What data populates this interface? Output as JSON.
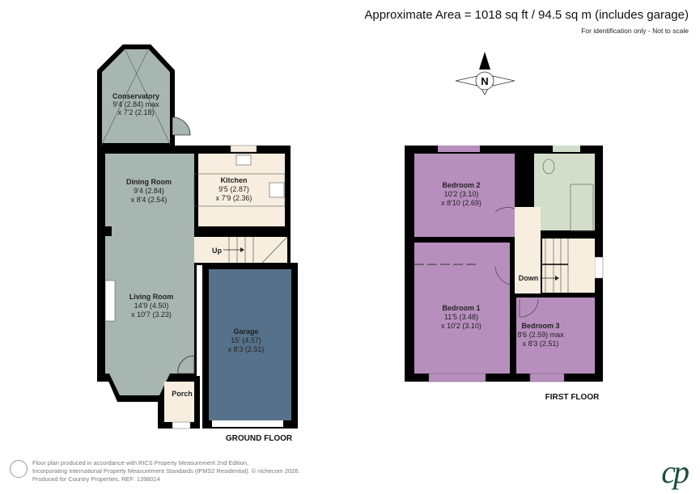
{
  "header": {
    "area": "Approximate Area = 1018 sq ft / 94.5 sq m (includes garage)",
    "note": "For identification only - Not to scale"
  },
  "compass": {
    "label": "N"
  },
  "ground_floor": {
    "label": "GROUND FLOOR",
    "rooms": [
      {
        "name": "Conservatory",
        "dim1": "9'4 (2.84) max",
        "dim2": "x 7'2 (2.18)"
      },
      {
        "name": "Dining Room",
        "dim1": "9'4 (2.84)",
        "dim2": "x 8'4 (2.54)"
      },
      {
        "name": "Kitchen",
        "dim1": "9'5 (2.87)",
        "dim2": "x 7'9 (2.36)"
      },
      {
        "name": "Living Room",
        "dim1": "14'9 (4.50)",
        "dim2": "x 10'7 (3.23)"
      },
      {
        "name": "Garage",
        "dim1": "15' (4.57)",
        "dim2": "x 8'3 (2.51)"
      },
      {
        "name": "Porch"
      }
    ],
    "stairs_label": "Up"
  },
  "first_floor": {
    "label": "FIRST FLOOR",
    "rooms": [
      {
        "name": "Bedroom 2",
        "dim1": "10'2 (3.10)",
        "dim2": "x 8'10 (2.69)"
      },
      {
        "name": "Bedroom 1",
        "dim1": "11'5 (3.48)",
        "dim2": "x 10'2 (3.10)"
      },
      {
        "name": "Bedroom 3",
        "dim1": "8'6 (2.59) max",
        "dim2": "x 8'3 (2.51)"
      }
    ],
    "stairs_label": "Down"
  },
  "footer": {
    "line1": "Floor plan produced in accordance with RICS Property Measurement 2nd Edition,",
    "line2": "Incorporating International Property Measurement Standards (IPMS2 Residential).   © nichecom 2026.",
    "line3": "Produced for Country Properties.    REF:  1398014"
  },
  "logo": {
    "text": "cp"
  },
  "colors": {
    "wall": "#000000",
    "ground_room": "#a8b6b1",
    "kitchen": "#f7eedf",
    "garage": "#56718a",
    "bedroom": "#b78fbd",
    "bathroom": "#d2dec9",
    "logo": "#1d4e3d"
  }
}
